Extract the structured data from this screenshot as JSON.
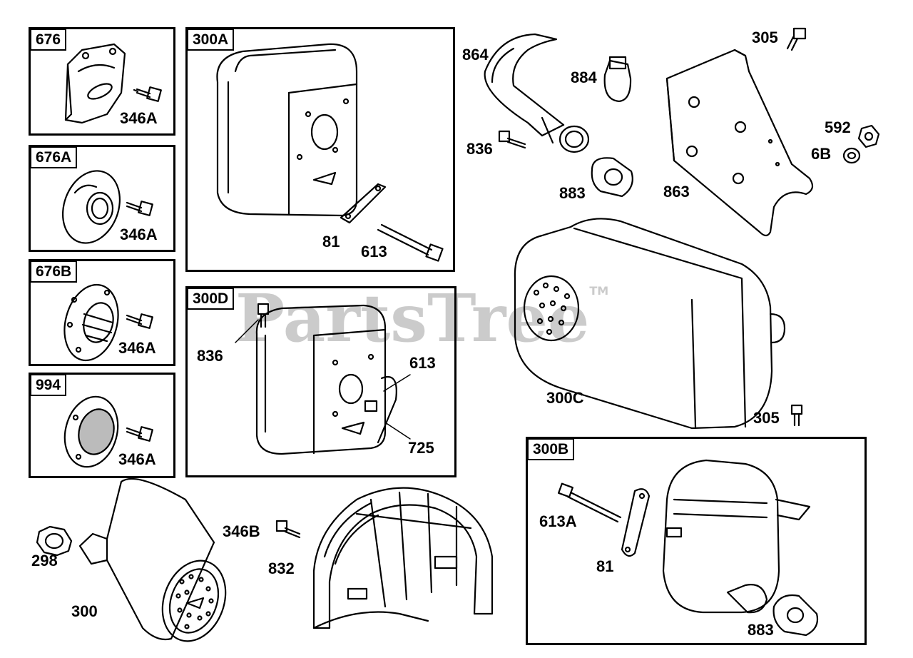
{
  "watermark": {
    "text": "PartsTree",
    "mark": "TM"
  },
  "groups": {
    "g676": "676",
    "g676A": "676A",
    "g676B": "676B",
    "g994": "994",
    "g300A": "300A",
    "g300D": "300D",
    "g300B": "300B"
  },
  "labels": {
    "l346A_1": "346A",
    "l346A_2": "346A",
    "l346A_3": "346A",
    "l346A_4": "346A",
    "l81_a": "81",
    "l613_a": "613",
    "l836_d": "836",
    "l613_d": "613",
    "l725": "725",
    "l864": "864",
    "l884": "884",
    "l836_t": "836",
    "l883_t": "883",
    "l863": "863",
    "l305_t": "305",
    "l592": "592",
    "l6B": "6B",
    "l300C": "300C",
    "l305_m": "305",
    "l613A": "613A",
    "l81_b": "81",
    "l883_b": "883",
    "l298": "298",
    "l300": "300",
    "l346B": "346B",
    "l832": "832"
  }
}
